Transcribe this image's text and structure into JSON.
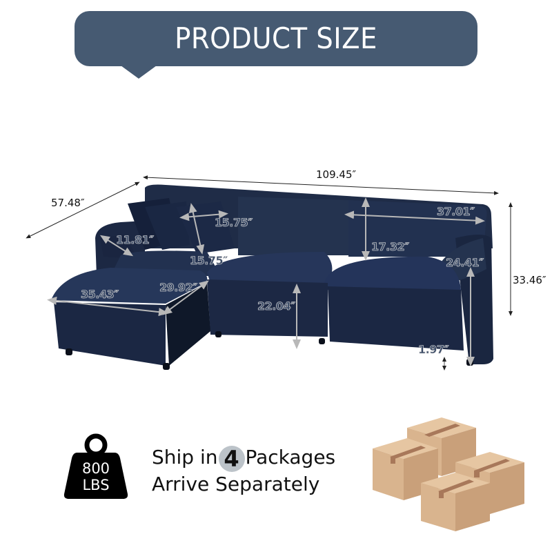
{
  "banner": {
    "title": "PRODUCT SIZE",
    "color": "#465a72"
  },
  "dimensions": {
    "overall_width": "109.45″",
    "overall_depth": "57.48″",
    "overall_height": "33.46″",
    "pillow_small": "11.81″",
    "pillow_width": "15.75″",
    "pillow_height": "15.75″",
    "back_cushion_width": "37.01″",
    "back_cushion_height": "17.32″",
    "arm_height": "24.41″",
    "ottoman_length": "35.43″",
    "ottoman_width": "29.92″",
    "seat_height": "22.04″",
    "leg_height": "1.97″"
  },
  "weight": {
    "value": "800",
    "unit": "LBS"
  },
  "shipping": {
    "line1_prefix": "Ship in",
    "count": "4",
    "line1_suffix": "Packages",
    "line2": "Arrive Separately"
  },
  "colors": {
    "sofa": "#1d2a44",
    "box": "#d9b48e",
    "tape": "#a8785a"
  }
}
